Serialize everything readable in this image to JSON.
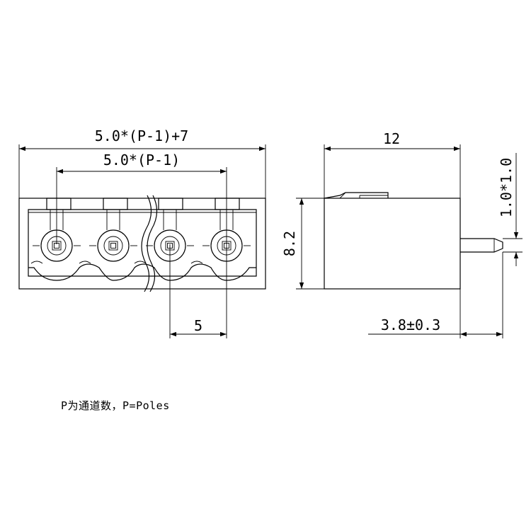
{
  "dimensions": {
    "overall_width": "5.0*(P-1)+7",
    "pitch_span": "5.0*(P-1)",
    "pitch": "5",
    "depth": "12",
    "height": "8.2",
    "pin_square": "1.0*1.0",
    "pin_length": "3.8±0.3"
  },
  "note": "P为通道数，P=Poles",
  "colors": {
    "line": "#000000",
    "background": "#ffffff"
  },
  "poles_drawn": 4
}
